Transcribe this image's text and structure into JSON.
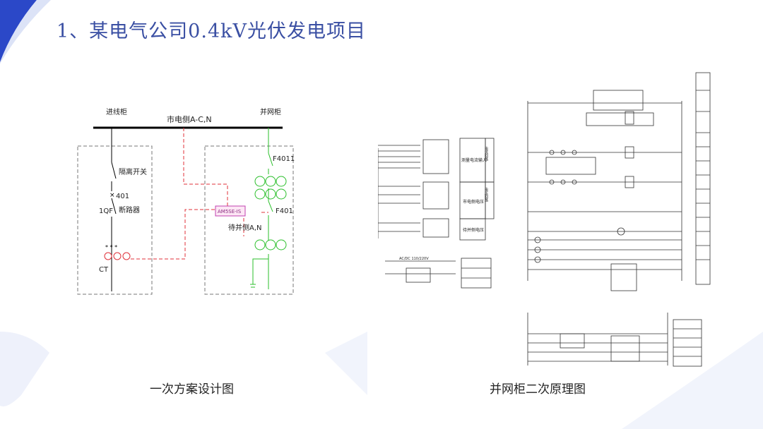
{
  "slide": {
    "title": "1、某电气公司0.4kV光伏发电项目",
    "accent_color": "#3a4fa3",
    "decor_color": "#2b48c8"
  },
  "primary_diagram": {
    "caption": "一次方案设计图",
    "incoming_cabinet": "进线柜",
    "grid_cabinet": "并网柜",
    "busbar_label": "市电侧A-C,N",
    "isolator_label": "隔离开关",
    "breaker_number": "401",
    "breaker_name": "1QF",
    "breaker_label": "断路器",
    "ct_label": "CT",
    "device_label": "AM5SE-IS",
    "switch_top": "F4011",
    "switch_mid": "F401",
    "parallel_side_label": "待并侧A,N",
    "dashed_color": "#e0303a",
    "green_color": "#2bbf2b"
  },
  "secondary_diagram": {
    "caption": "并网柜二次原理图",
    "labels": [
      "测量电流输入",
      "电流回路",
      "市电侧电压",
      "电压回路",
      "待并侧电压",
      "AC/DC 110/220V"
    ]
  }
}
